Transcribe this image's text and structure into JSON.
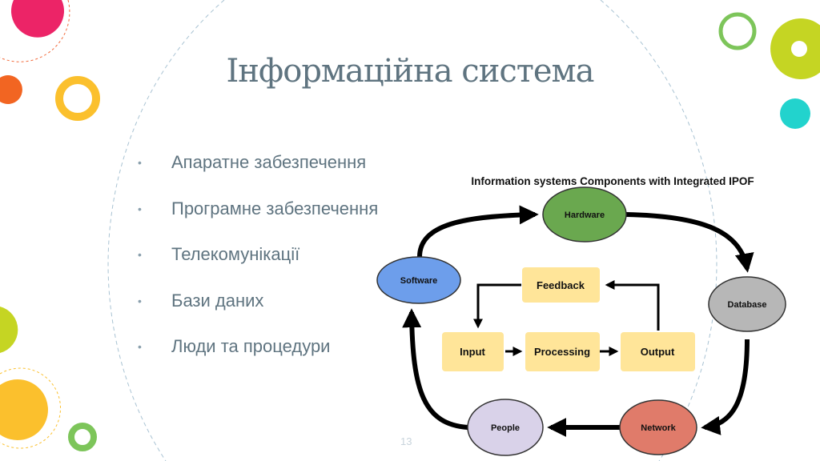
{
  "slide": {
    "title": "Інформаційна система",
    "bullets": [
      "Апаратне забезпечення",
      "Програмне забезпечення",
      "Телекомунікації",
      "Бази даних",
      "Люди та процедури"
    ],
    "page_number": "13"
  },
  "diagram": {
    "title": "Information systems Components with Integrated IPOF",
    "components": [
      {
        "label": "Hardware",
        "color": "#6aa84f"
      },
      {
        "label": "Software",
        "color": "#6d9eeb"
      },
      {
        "label": "Database",
        "color": "#b7b7b7"
      },
      {
        "label": "Network",
        "color": "#e07b6a"
      },
      {
        "label": "People",
        "color": "#d9d2e9"
      }
    ],
    "ipof": [
      "Feedback",
      "Input",
      "Processing",
      "Output"
    ],
    "box_color": "#ffe599"
  }
}
